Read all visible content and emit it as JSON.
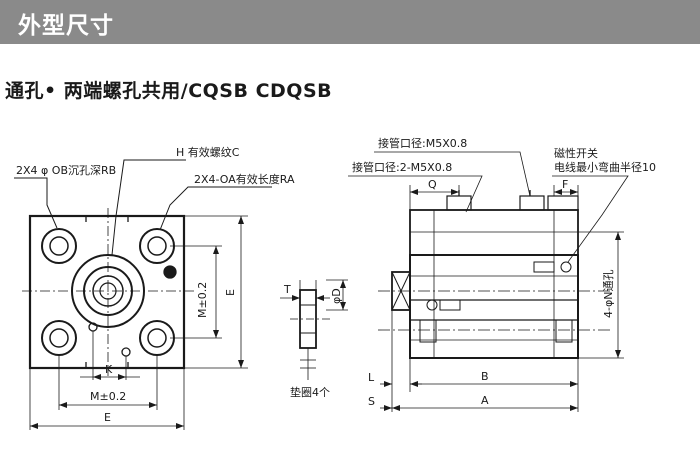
{
  "header": {
    "title": "外型尺寸"
  },
  "section": {
    "title": "通孔• 两端螺孔共用/CQSB CDQSB"
  },
  "front_view": {
    "label_ob": "2X4 φ OB沉孔深RB",
    "label_h": "H 有效螺纹C",
    "label_oa": "2X4-OA有效长度RA",
    "label_m_vert": "M±0.2",
    "label_e_vert": "E",
    "label_k": "K",
    "label_m_horiz": "M±0.2",
    "label_e_horiz": "E"
  },
  "washer_view": {
    "label_t": "T",
    "label_od": "φD",
    "label_washer": "垫圈4个"
  },
  "side_view": {
    "label_port1": "接管口径:M5X0.8",
    "label_port2": "接管口径:2-M5X0.8",
    "label_switch1": "磁性开关",
    "label_switch2": "电线最小弯曲半径10",
    "label_q": "Q",
    "label_f": "F",
    "label_n": "4-φN通孔",
    "label_l": "L",
    "label_s": "S",
    "label_b": "B",
    "label_a": "A"
  }
}
